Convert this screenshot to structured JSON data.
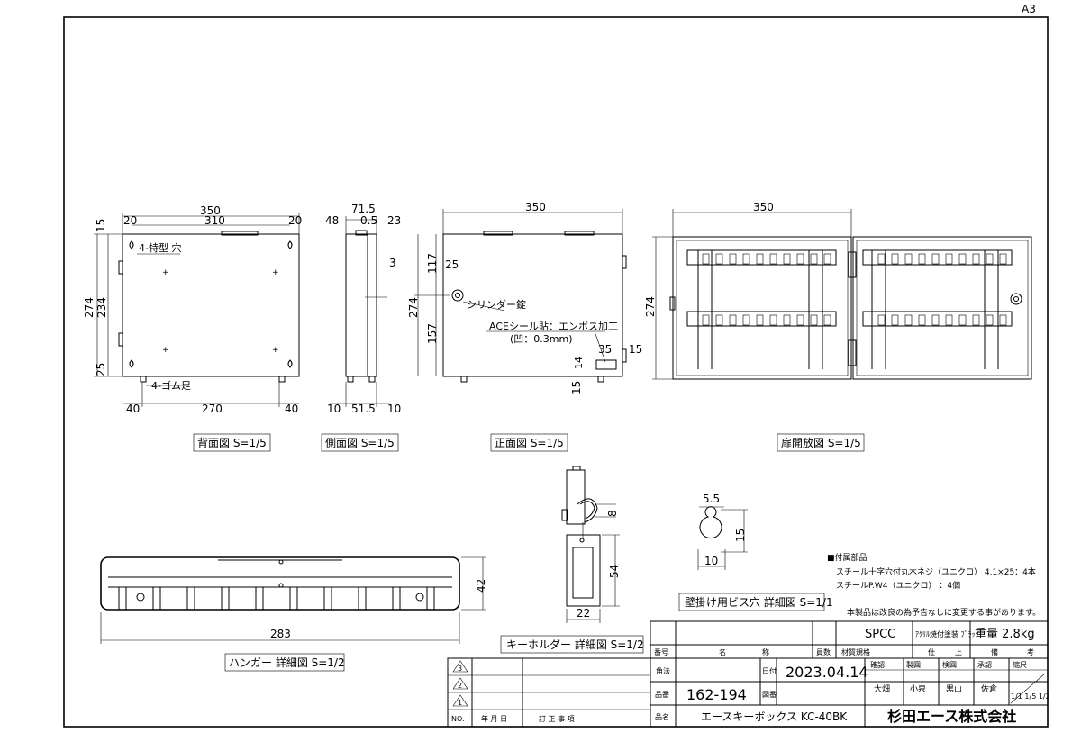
{
  "sheet": {
    "size_label": "A3"
  },
  "views": {
    "back": {
      "caption": "背面図 S=1/5",
      "dims": {
        "w_total": "350",
        "w_inner": "310",
        "l_margin": "20",
        "r_margin": "20",
        "top": "15",
        "h_total": "274",
        "h_inner": "234",
        "h_bottom": "25",
        "b_left": "40",
        "b_mid": "270",
        "b_right": "40"
      },
      "notes": {
        "holes": "4-特型 穴",
        "feet": "4-ゴム足"
      }
    },
    "side": {
      "caption": "側面図 S=1/5",
      "dims": {
        "w_total": "71.5",
        "top_a": "48",
        "top_b": "0.5",
        "top_c": "23",
        "right": "3",
        "b_left": "10",
        "b_mid": "51.5",
        "b_right": "10"
      }
    },
    "front": {
      "caption": "正面図 S=1/5",
      "dims": {
        "w_total": "350",
        "h_total": "274",
        "h_top": "117",
        "h_bottom": "157",
        "lock_offset": "25",
        "seal_w": "35",
        "seal_r": "15",
        "seal_h": "14",
        "seal_b": "15"
      },
      "notes": {
        "lock": "シリンダー錠",
        "seal": "ACEシール貼：エンボス加工",
        "seal_depth": "(凹：0.3mm)"
      }
    },
    "open": {
      "caption": "扉開放図 S=1/5",
      "dims": {
        "w_total": "350",
        "h_total": "274"
      }
    },
    "hanger": {
      "caption": "ハンガー 詳細図 S=1/2",
      "dims": {
        "width": "283",
        "height": "42"
      }
    },
    "keyholder": {
      "caption": "キーホルダー 詳細図 S=1/2",
      "dims": {
        "hook": "8",
        "tag_h": "54",
        "tag_w": "22"
      }
    },
    "wallhole": {
      "caption": "壁掛け用ビス穴 詳細図 S=1/1",
      "dims": {
        "top": "5.5",
        "height": "15",
        "width": "10"
      }
    }
  },
  "accessories": {
    "title": "■付属部品",
    "line1": "スチール十字穴付丸木ネジ（ユニクロ） 4.1×25：4本",
    "line2": "スチールP.W4（ユニクロ） ：4個",
    "notice": "本製品は改良の為予告なしに変更する事があります。"
  },
  "title_block": {
    "material": "SPCC",
    "finish": "ｱｸﾘﾙ焼付塗装 ﾌﾞﾗｯｸ",
    "weight": "重量 2.8kg",
    "headers": {
      "no": "番号",
      "name": "名",
      "name2": "称",
      "qty": "員数",
      "material": "材質規格",
      "finish": "仕",
      "finish2": "上",
      "remarks": "備",
      "remarks2": "考"
    },
    "projection": "角法",
    "date_label": "日付",
    "date": "2023.04.14",
    "part_no_label": "品番",
    "part_no": "162-194",
    "drawing_no_label": "図番",
    "product_label": "品名",
    "product": "エースキーボックス KC-40BK",
    "approvals": {
      "labels": [
        "確認",
        "製図",
        "検図",
        "承認",
        "縮尺"
      ],
      "names": [
        "大畑",
        "小泉",
        "黒山",
        "佐倉"
      ],
      "scale": "1/1 1/5 1/2"
    },
    "company": "杉田エース株式会社",
    "revisions": {
      "marks": [
        "3",
        "2",
        "1"
      ],
      "headers": {
        "no": "NO.",
        "date": "年 月 日",
        "item": "訂 正 事 項"
      }
    }
  }
}
